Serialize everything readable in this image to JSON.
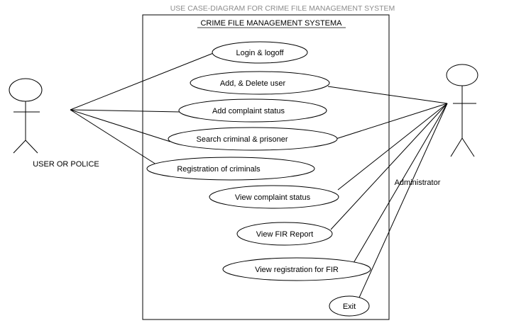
{
  "title": "USE CASE-DIAGRAM FOR CRIME FILE MANAGEMENT SYSTEM",
  "system": {
    "name": "CRIME FILE MANAGEMENT SYSTEMA"
  },
  "actors": [
    {
      "id": "user",
      "label": "USER OR POLICE"
    },
    {
      "id": "admin",
      "label": "Administrator"
    }
  ],
  "use_cases": [
    {
      "id": "login",
      "label": "Login & logoff"
    },
    {
      "id": "adddelete",
      "label": "Add, & Delete user"
    },
    {
      "id": "addcomplaint",
      "label": "Add complaint  status"
    },
    {
      "id": "search",
      "label": "Search  criminal & prisoner"
    },
    {
      "id": "registration",
      "label": "Registration  of   criminals"
    },
    {
      "id": "viewcomplaint",
      "label": "View complaint status"
    },
    {
      "id": "viewfir",
      "label": "View  FIR  Report"
    },
    {
      "id": "viewreg",
      "label": "View registration for FIR"
    },
    {
      "id": "exit",
      "label": "Exit"
    }
  ],
  "associations": [
    {
      "from": "user",
      "to": "login"
    },
    {
      "from": "user",
      "to": "addcomplaint"
    },
    {
      "from": "user",
      "to": "search"
    },
    {
      "from": "user",
      "to": "registration"
    },
    {
      "from": "admin",
      "to": "adddelete"
    },
    {
      "from": "admin",
      "to": "search"
    },
    {
      "from": "admin",
      "to": "viewcomplaint"
    },
    {
      "from": "admin",
      "to": "viewfir"
    },
    {
      "from": "admin",
      "to": "viewreg"
    },
    {
      "from": "admin",
      "to": "exit"
    }
  ]
}
